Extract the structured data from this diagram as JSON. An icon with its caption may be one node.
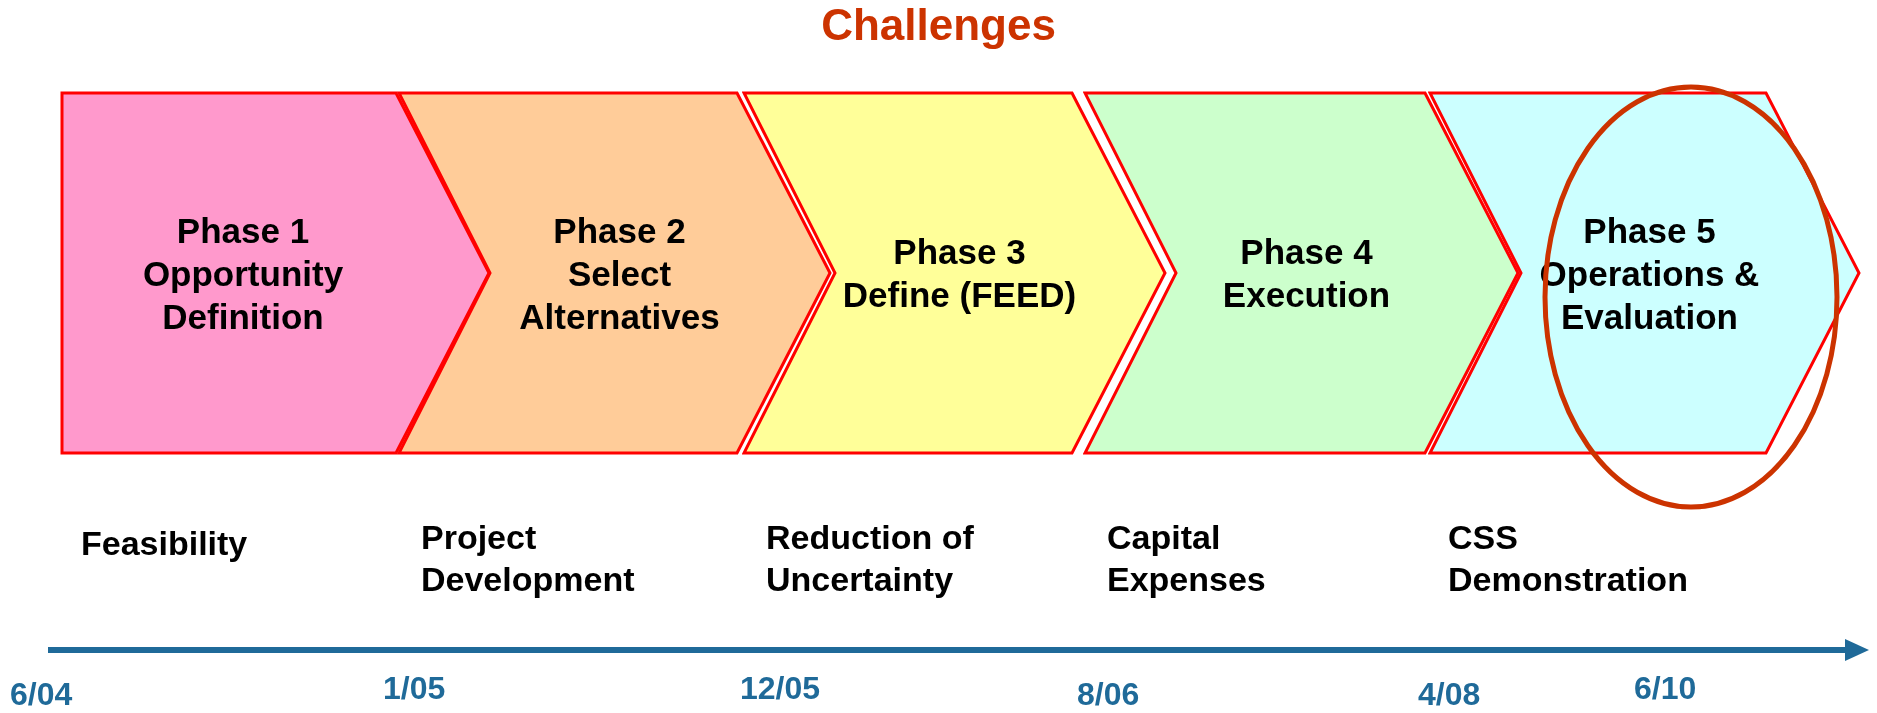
{
  "diagram": {
    "title": "Challenges",
    "nodes": [
      {
        "text": [
          "Phase 1",
          "Opportunity Definition"
        ]
      },
      {
        "text": [
          "Phase 2",
          "Select Alternatives"
        ]
      },
      {
        "text": [
          "Phase 3",
          "Define (FEED)"
        ]
      },
      {
        "text": [
          "Phase 4",
          "Execution"
        ]
      },
      {
        "text": [
          "Phase 5",
          "Operations & Evaluation"
        ]
      }
    ],
    "labels": [
      "Feasibility",
      "Project Development",
      "Reduction of Uncertainty",
      "Capital Expenses",
      "CSS Demonstration",
      "6/04",
      "1/05",
      "12/05",
      "8/06",
      "4/08",
      "6/10"
    ]
  }
}
